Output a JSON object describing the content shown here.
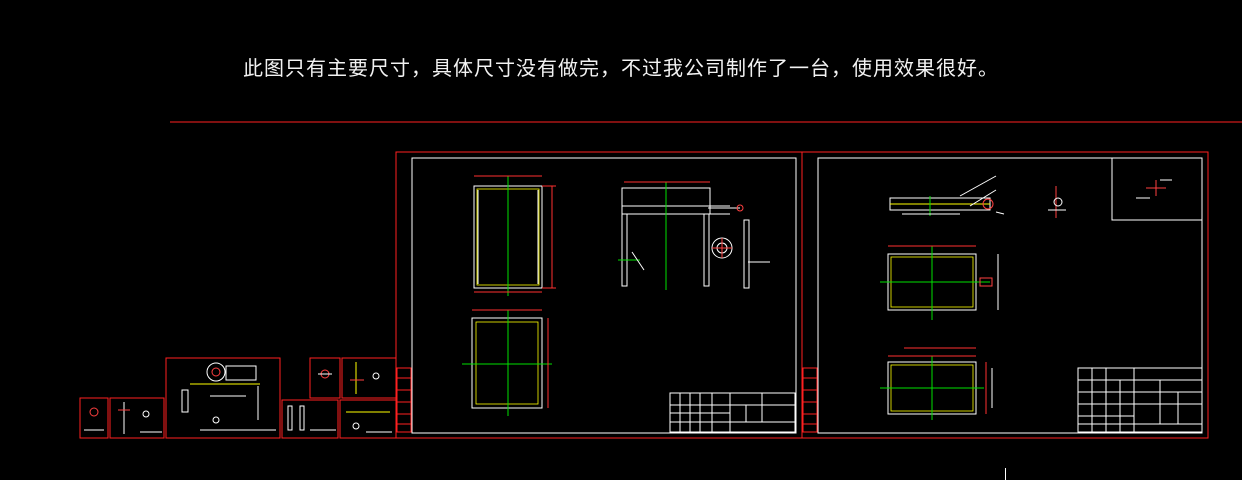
{
  "annotation": {
    "note": "此图只有主要尺寸，具体尺寸没有做完，不过我公司制作了一台，使用效果很好。"
  },
  "colors": {
    "background": "#000000",
    "frame": "#ff2020",
    "geometry": "#ffffff",
    "centerline": "#00e000",
    "dimension": "#ff3030",
    "highlight": "#ffff00",
    "title_block": "#ffffff"
  },
  "sheets": [
    {
      "id": "sheet-1",
      "views": [
        "front-view",
        "side-view",
        "top-view"
      ],
      "has_title_block": true
    },
    {
      "id": "sheet-2",
      "views": [
        "plan-view-top",
        "plan-view-middle",
        "plan-view-bottom",
        "detail-view"
      ],
      "has_title_block": true
    }
  ],
  "thumbnail_sheets": 7
}
